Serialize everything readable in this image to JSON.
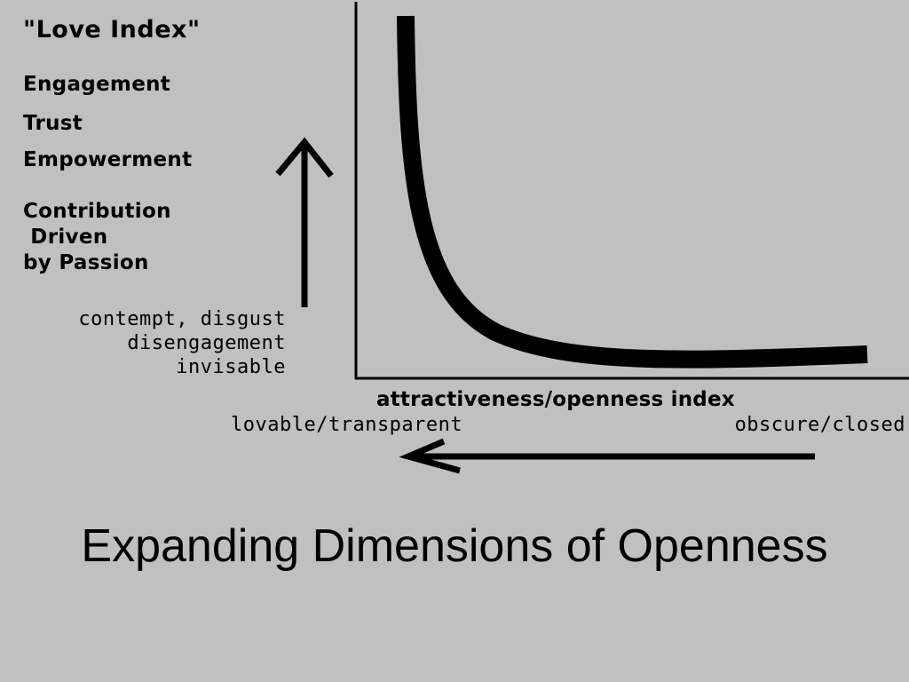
{
  "love_index": {
    "title": "\"Love Index\"",
    "items": [
      "Engagement",
      "Trust",
      "Empowerment"
    ],
    "contribution_lines": [
      "Contribution",
      " Driven",
      "by Passion"
    ]
  },
  "negative": {
    "lines": [
      "contempt, disgust",
      "disengagement",
      "invisable"
    ]
  },
  "axis": {
    "x_label": "attractiveness/openness index",
    "left_end": "lovable/transparent",
    "right_end": "obscure/closed"
  },
  "slide_title": "Expanding Dimensions of Openness",
  "colors": {
    "background": "#c0c0c0",
    "ink": "#000000"
  }
}
